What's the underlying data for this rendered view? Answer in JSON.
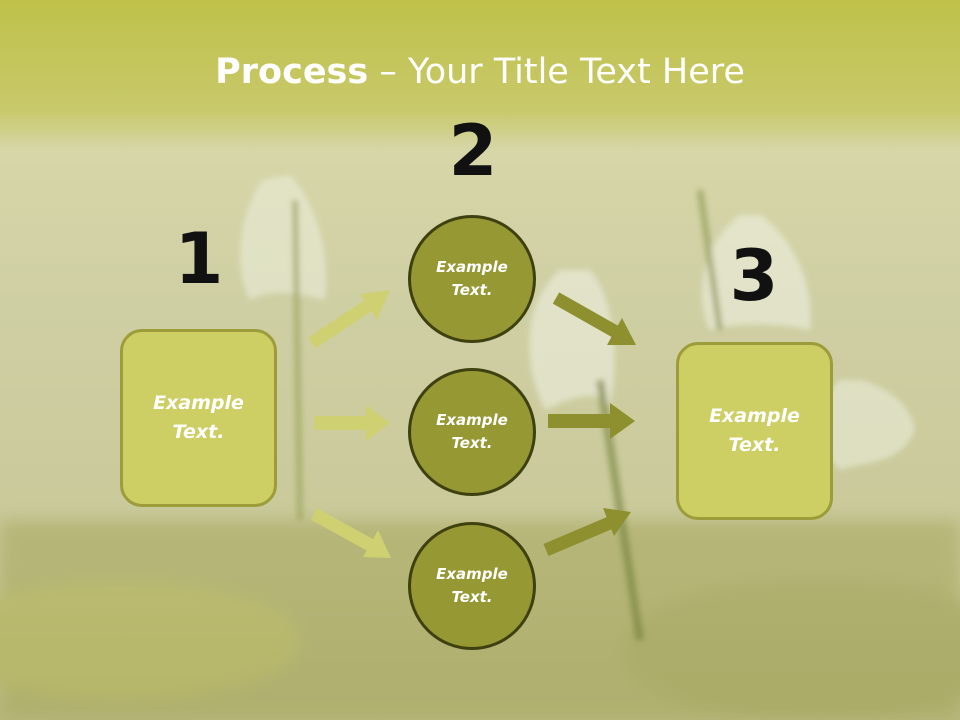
{
  "slide": {
    "title_bold": "Process",
    "title_sep": " – ",
    "title_rest": "Your Title Text Here"
  },
  "steps": {
    "step1_number": "1",
    "step2_number": "2",
    "step3_number": "3"
  },
  "boxes": {
    "left_line1": "Example",
    "left_line2": "Text.",
    "right_line1": "Example",
    "right_line2": "Text."
  },
  "circles": [
    {
      "line1": "Example",
      "line2": "Text."
    },
    {
      "line1": "Example",
      "line2": "Text."
    },
    {
      "line1": "Example",
      "line2": "Text."
    }
  ],
  "colors": {
    "box_fill": "#cdce64",
    "circle_fill": "#969833",
    "arrow_left": "#cfd071",
    "arrow_right": "#8e8f2e"
  }
}
